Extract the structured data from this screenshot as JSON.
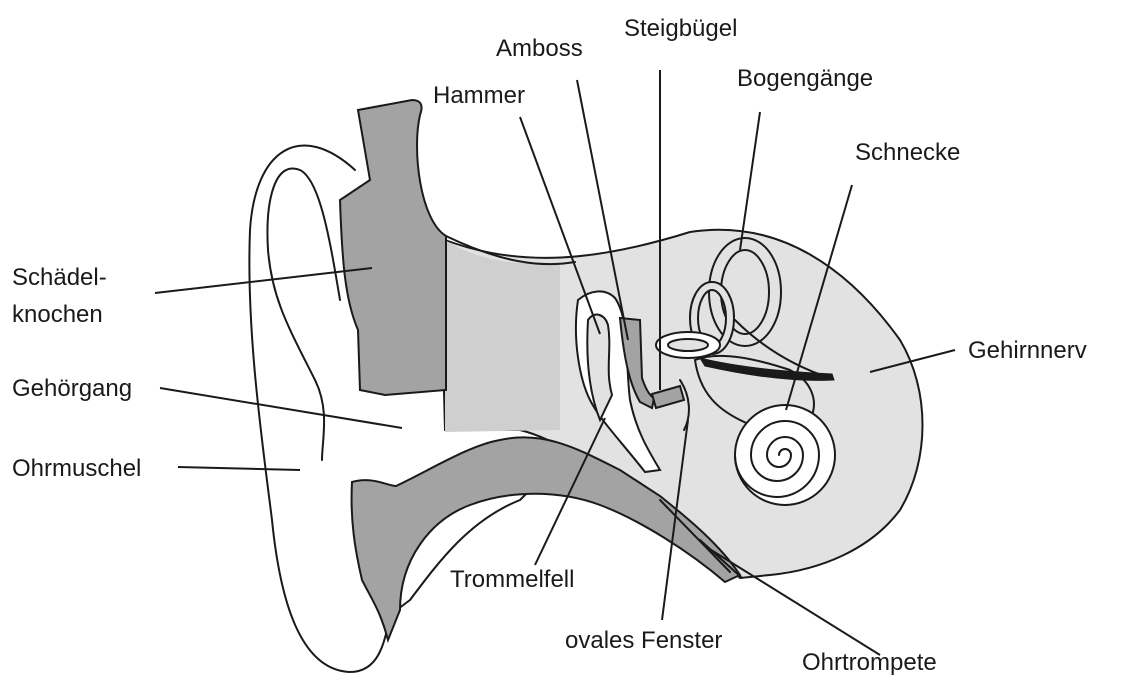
{
  "labels": {
    "schaedel_line1": "Schädel-",
    "schaedel_line2": "knochen",
    "gehoergang": "Gehörgang",
    "ohrmuschel": "Ohrmuschel",
    "hammer": "Hammer",
    "amboss": "Amboss",
    "steigbuegel": "Steigbügel",
    "bogengaenge": "Bogengänge",
    "schnecke": "Schnecke",
    "gehirnnerv": "Gehirnnerv",
    "trommelfell": "Trommelfell",
    "ovales_fenster": "ovales Fenster",
    "ohrtrompete": "Ohrtrompete"
  },
  "colors": {
    "ink": "#1a1a1a",
    "bone": "#a3a3a3",
    "inner_light": "#e2e2e2",
    "mid_band": "#cfcfcf",
    "background": "#ffffff"
  }
}
